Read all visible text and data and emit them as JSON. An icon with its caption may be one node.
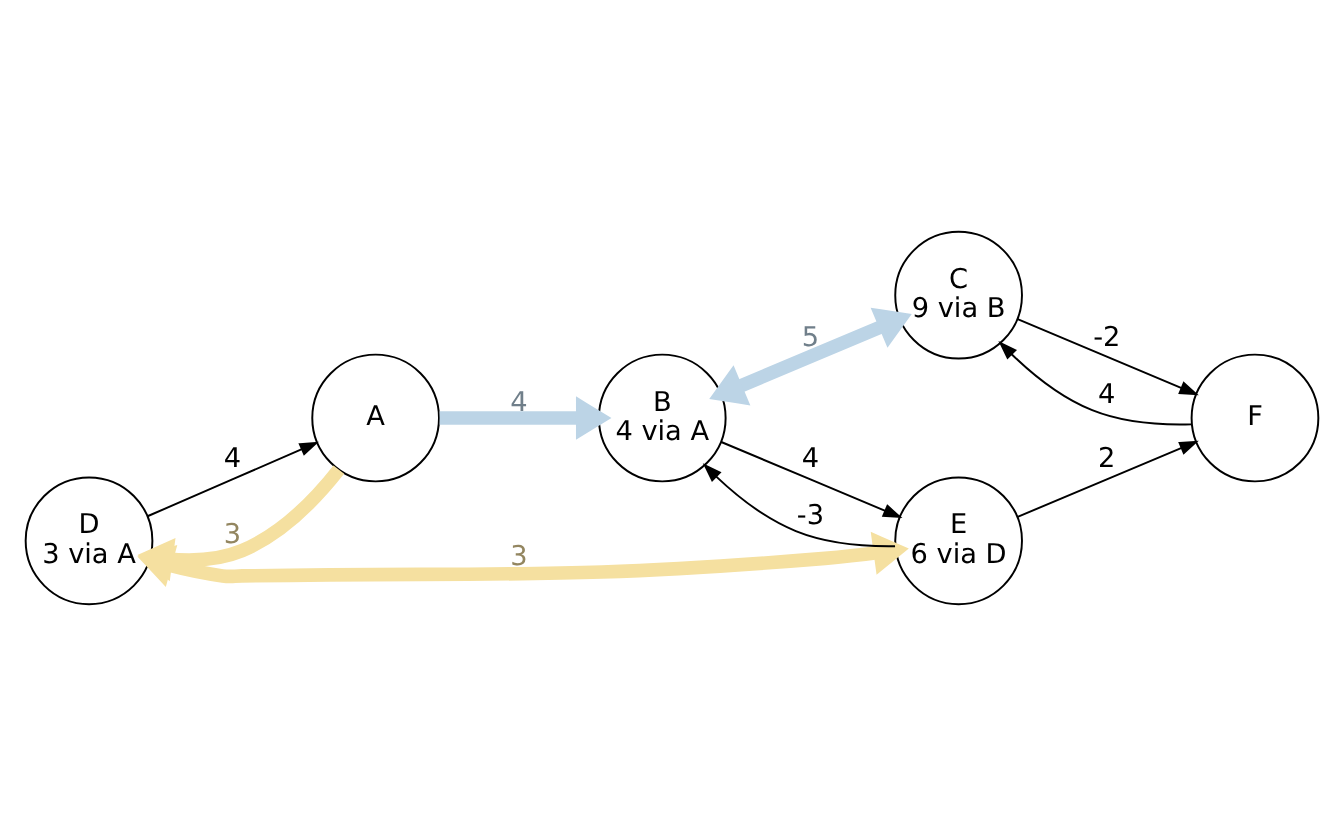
{
  "diagram": {
    "nodes": [
      {
        "text": [
          "B",
          "4 via A"
        ]
      },
      {
        "text": [
          "C",
          "9 via B"
        ]
      },
      {
        "text": [
          "A"
        ]
      },
      {
        "text": [
          "F"
        ]
      },
      {
        "text": [
          "D",
          "3 via A"
        ]
      },
      {
        "text": [
          "E",
          "6 via D"
        ]
      }
    ],
    "edges": [
      {
        "from": 2,
        "to": 0,
        "arrow": "to",
        "label": "4",
        "style": "thick",
        "color": "#bcd4e6"
      },
      {
        "from": 0,
        "to": 1,
        "arrow": "both",
        "label": "5",
        "style": "thick",
        "color": "#bcd4e6"
      },
      {
        "from": 1,
        "to": 3,
        "arrow": "to",
        "label": "-2"
      },
      {
        "from": 3,
        "to": 1,
        "arrow": "to",
        "label": "4"
      },
      {
        "from": 0,
        "to": 5,
        "arrow": "to",
        "label": "4"
      },
      {
        "from": 5,
        "to": 0,
        "arrow": "to",
        "label": "-3"
      },
      {
        "from": 2,
        "to": 4,
        "arrow": "to",
        "label": "3",
        "style": "thick",
        "color": "#f5e0a0"
      },
      {
        "from": 4,
        "to": 2,
        "arrow": "to",
        "label": "4"
      },
      {
        "from": 4,
        "to": 5,
        "arrow": "both",
        "label": "3",
        "style": "thick",
        "color": "#f5e0a0"
      },
      {
        "from": 5,
        "to": 3,
        "arrow": "to",
        "label": "2"
      }
    ]
  }
}
